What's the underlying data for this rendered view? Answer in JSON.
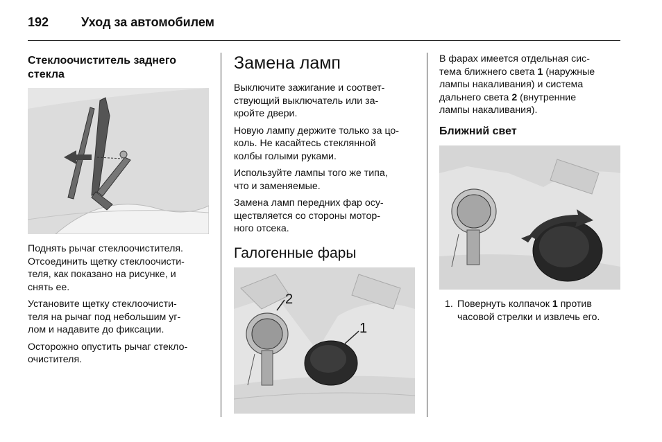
{
  "header": {
    "page_number": "192",
    "title": "Уход за автомобилем"
  },
  "col1": {
    "heading_line1": "Стеклоочиститель заднего",
    "heading_line2": "стекла",
    "para1": [
      "Поднять рычаг стеклоочистителя.",
      "Отсоединить щетку стеклоочисти-",
      "теля, как показано на рисунке, и",
      "снять ее."
    ],
    "para2": [
      "Установите щетку стеклоочисти-",
      "теля на рычаг под небольшим уг-",
      "лом и надавите до фиксации."
    ],
    "para3": [
      "Осторожно опустить рычаг стекло-",
      "очистителя."
    ]
  },
  "col2": {
    "heading": "Замена ламп",
    "para1": [
      "Выключите зажигание и соответ-",
      "ствующий выключатель или за-",
      "кройте двери."
    ],
    "para2": [
      "Новую лампу держите только за цо-",
      "коль. Не касайтесь стеклянной",
      "колбы голыми руками."
    ],
    "para3": [
      "Используйте лампы того же типа,",
      "что и заменяемые."
    ],
    "para4": [
      "Замена ламп передних фар осу-",
      "ществляется со стороны мотор-",
      "ного отсека."
    ],
    "section_heading": "Галогенные фары",
    "figure_callouts": [
      "2",
      "1"
    ]
  },
  "col3": {
    "intro": {
      "line1": "В фарах имеется отдельная сис-",
      "line2_pre": "тема ближнего света ",
      "line2_num": "1",
      "line2_post": " (наружные",
      "line3": "лампы накаливания) и система",
      "line4_pre": "дальнего света ",
      "line4_num": "2",
      "line4_post": " (внутренние",
      "line5": "лампы накаливания)."
    },
    "subheading": "Ближний свет",
    "step1": {
      "number": "1.",
      "line1_pre": "Повернуть колпачок ",
      "line1_num": "1",
      "line1_post": " против",
      "line2": "часовой стрелки и извлечь его."
    }
  }
}
